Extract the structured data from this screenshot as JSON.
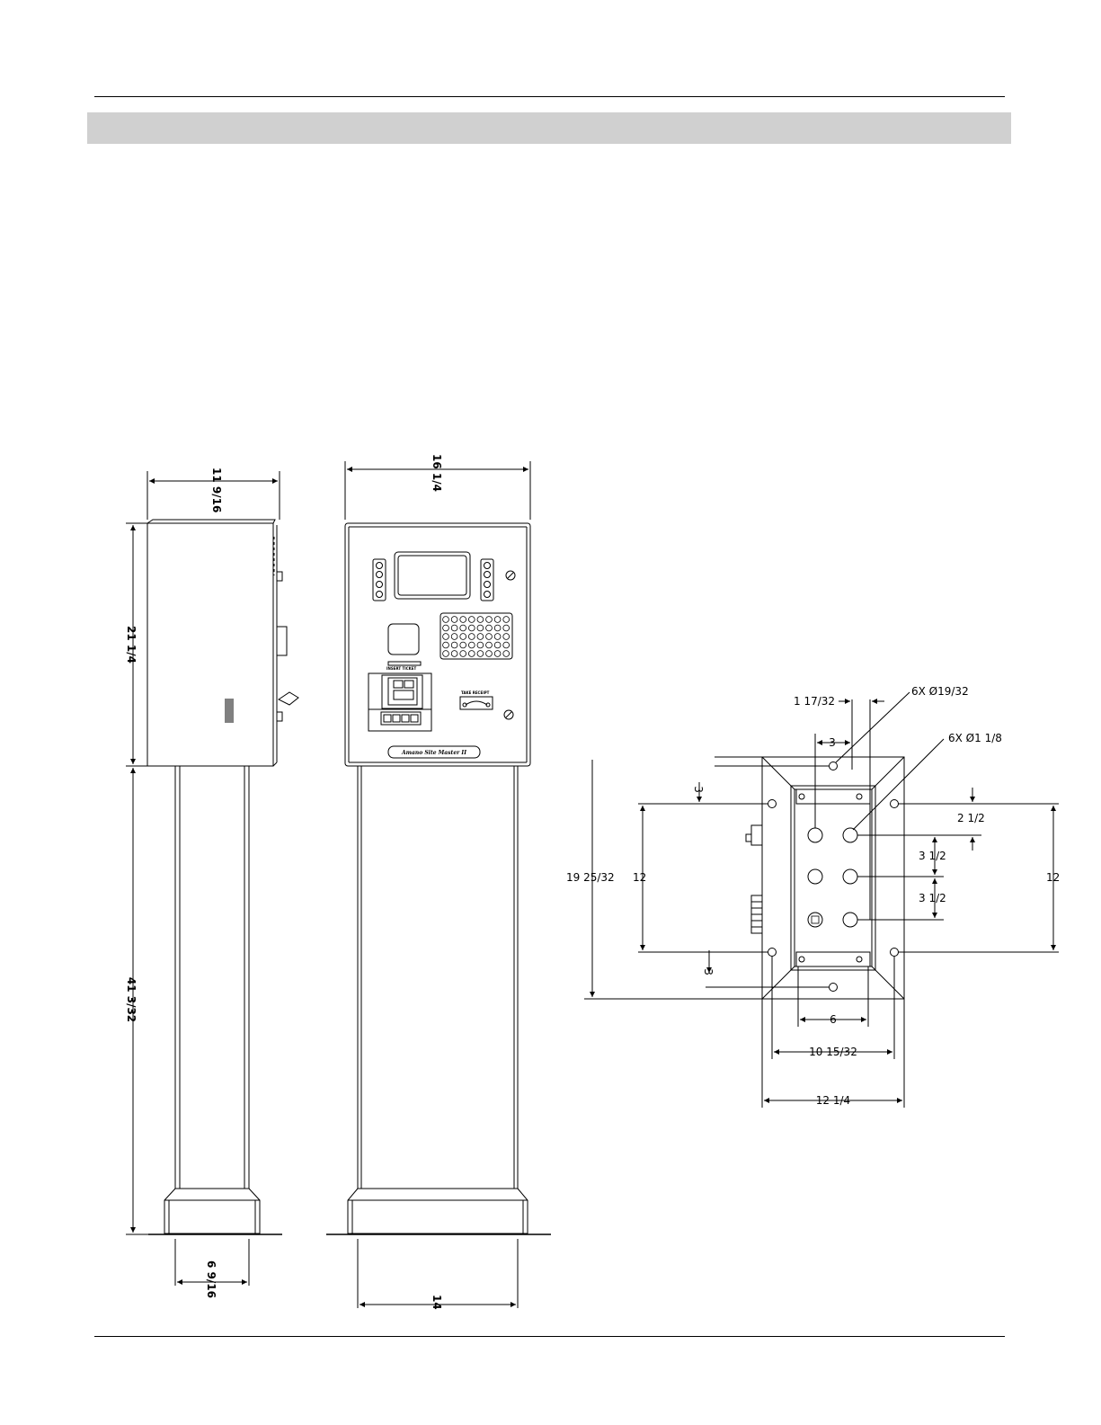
{
  "side_view": {
    "width_label": "11 9/16",
    "head_height_label": "21 1/4",
    "post_height_label": "41 3/32",
    "base_width_label": "6 9/16"
  },
  "front_view": {
    "width_label": "16 1/4",
    "base_width_label": "14",
    "panel_text_1": "TAKE RECEIPT",
    "panel_text_2": "INSERT TICKET",
    "nameplate_text": "Amano Site Master II"
  },
  "base_plate": {
    "callout_small_holes": "6X Ø19/32",
    "callout_large_holes": "6X Ø1 1/8",
    "dim_1_17_32": "1 17/32",
    "dim_3_top": "3",
    "dim_3_left_top": "3",
    "dim_3_left_bottom": "3",
    "dim_19_25_32": "19 25/32",
    "dim_12_left": "12",
    "dim_12_right": "12",
    "dim_2_1_2": "2 1/2",
    "dim_3_1_2_a": "3 1/2",
    "dim_3_1_2_b": "3 1/2",
    "dim_6": "6",
    "dim_10_15_32": "10 15/32",
    "dim_12_1_4": "12 1/4"
  }
}
